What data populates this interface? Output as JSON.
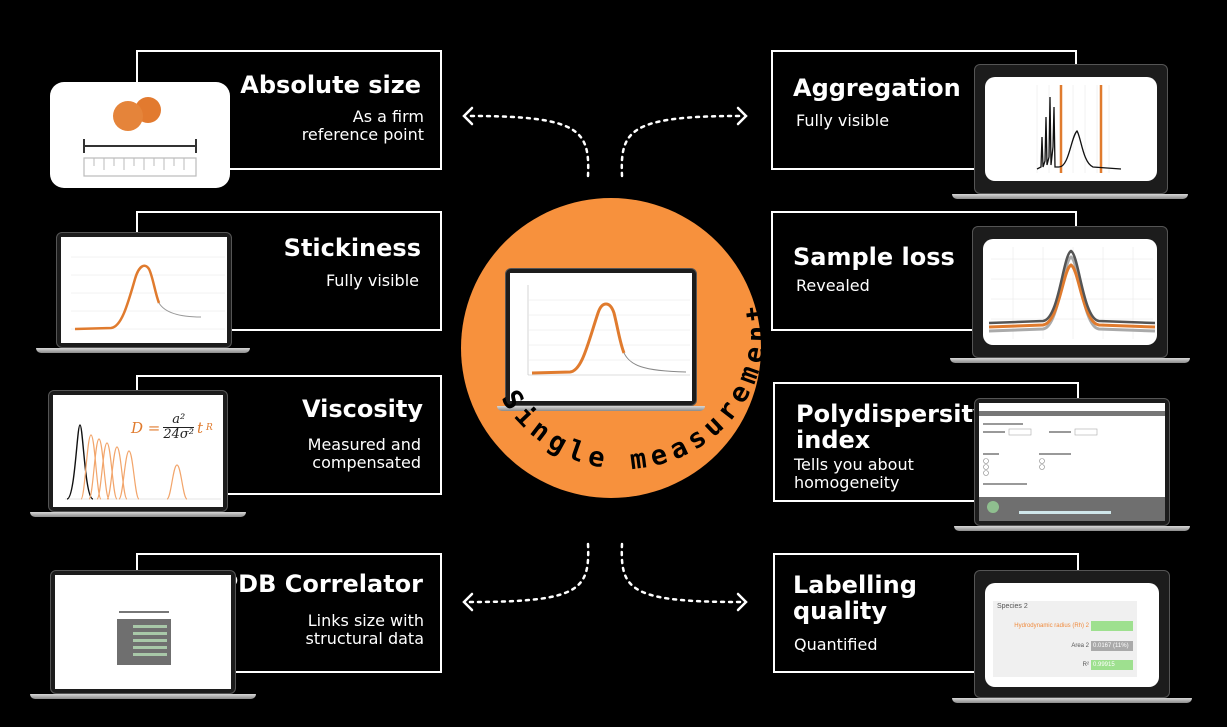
{
  "center": {
    "label": "Single measurement",
    "accent": "#f7913d"
  },
  "features": [
    {
      "title": "Absolute size",
      "subtitle": [
        "As a firm",
        "reference point"
      ]
    },
    {
      "title": "Stickiness",
      "subtitle": [
        "Fully visible"
      ]
    },
    {
      "title": "Viscosity",
      "subtitle": [
        "Measured and",
        "compensated"
      ]
    },
    {
      "title": "PDB Correlator",
      "subtitle": [
        "Links size with",
        "structural data"
      ]
    },
    {
      "title": "Aggregation",
      "subtitle": [
        "Fully visible"
      ]
    },
    {
      "title": "Sample loss",
      "subtitle": [
        "Revealed"
      ]
    },
    {
      "title": [
        "Polydispersity",
        "index"
      ],
      "subtitle": [
        "Tells you about",
        "homogeneity"
      ]
    },
    {
      "title": [
        "Labelling",
        "quality"
      ],
      "subtitle": [
        "Quantified"
      ]
    }
  ],
  "formula": {
    "lhs": "D =",
    "num": "a²",
    "den": "24σ²",
    "rhs": "t",
    "sub": "R"
  },
  "labelling_screen": {
    "species": "Species 2",
    "rows": [
      {
        "label": "Hydrodynamic radius (Rh) 2",
        "value": ""
      },
      {
        "label": "Area 2",
        "value": "0.0167 (11%)"
      },
      {
        "label": "R²",
        "value": "0.99915"
      }
    ]
  },
  "colors": {
    "background": "#000000",
    "accent": "#f7913d",
    "line": "#ffffff"
  }
}
